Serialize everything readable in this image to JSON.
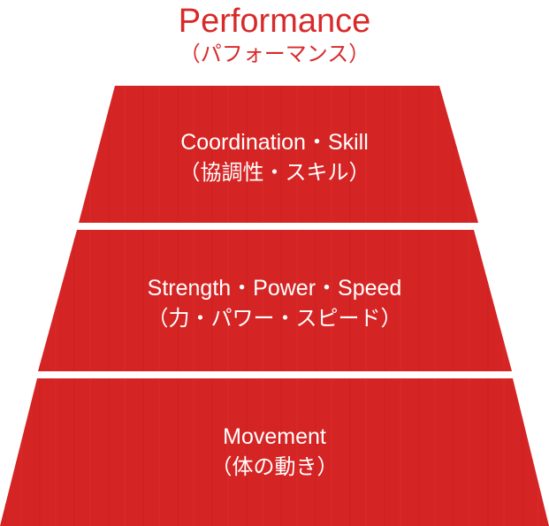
{
  "title": {
    "main": "Performance",
    "sub": "（パフォーマンス）"
  },
  "tiers": [
    {
      "label_en": "Coordination・Skill",
      "label_jp": "（協調性・スキル）"
    },
    {
      "label_en": "Strength・Power・Speed",
      "label_jp": "（力・パワー・スピード）"
    },
    {
      "label_en": "Movement",
      "label_jp": "（体の動き）"
    }
  ],
  "colors": {
    "tier_fill": "#d52424",
    "title": "#d82a2a",
    "texture_line": "#c41e1e",
    "text": "#ffffff"
  }
}
